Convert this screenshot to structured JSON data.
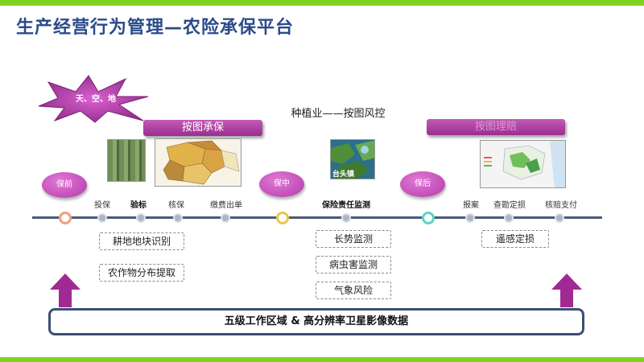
{
  "title": "生产经营行为管理—农险承保平台",
  "starburst_label": "天、空、地",
  "sections": {
    "left_pill": "按图承保",
    "mid_title": "种植业——按图风控",
    "right_pill": "按图理赔",
    "thumb_label": "台头镇"
  },
  "phases": [
    {
      "label": "保前"
    },
    {
      "label": "保中"
    },
    {
      "label": "保后"
    }
  ],
  "steps": [
    {
      "label": "投保"
    },
    {
      "label": "验标"
    },
    {
      "label": "核保"
    },
    {
      "label": "缴费出单"
    },
    {
      "label": "保险责任监测"
    },
    {
      "label": "报案"
    },
    {
      "label": "查勘定损"
    },
    {
      "label": "核赔支付"
    }
  ],
  "boxes": {
    "pre": [
      "耕地地块识别",
      "农作物分布提取"
    ],
    "mid": [
      "长势监测",
      "病虫害监测",
      "气象风险"
    ],
    "post": [
      "遥感定损"
    ]
  },
  "footer": "五级工作区域  &  高分辨率卫星影像数据",
  "colors": {
    "accent_green": "#7ed321",
    "title_blue": "#2a4a8a",
    "purple": "#a83a9c",
    "node_pre": "#f0a07a",
    "node_mid": "#e8c74a",
    "node_post": "#5fd3c4"
  }
}
